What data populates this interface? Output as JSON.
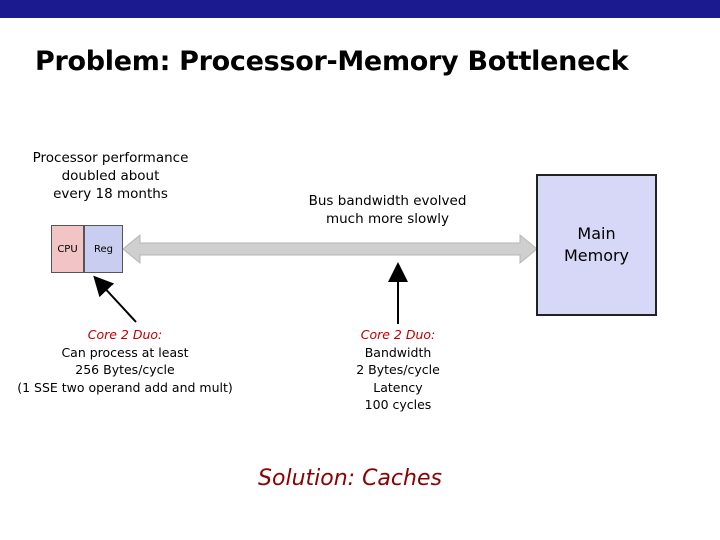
{
  "title": "Problem: Processor-Memory Bottleneck",
  "processor_note": [
    "Processor performance",
    "doubled about",
    "every 18 months"
  ],
  "bus_note": [
    "Bus bandwidth evolved",
    "much more slowly"
  ],
  "cpu_label": "CPU",
  "reg_label": "Reg",
  "memory_label": [
    "Main",
    "Memory"
  ],
  "core_left": {
    "heading": "Core 2 Duo:",
    "lines": [
      "Can process at least",
      "256 Bytes/cycle",
      "(1 SSE two operand add and mult)"
    ]
  },
  "core_mid": {
    "heading": "Core 2 Duo:",
    "lines": [
      "Bandwidth",
      "2 Bytes/cycle",
      "Latency",
      "100 cycles"
    ]
  },
  "solution": "Solution: Caches",
  "colors": {
    "top_bar": "#1b1b8f",
    "cpu_fill": "#f2c4c4",
    "reg_fill": "#c9cdf0",
    "memory_fill": "#d7d7f7",
    "bus_arrow": "#cfcfcf",
    "core_heading": "#c00000",
    "solution": "#8b0000"
  }
}
